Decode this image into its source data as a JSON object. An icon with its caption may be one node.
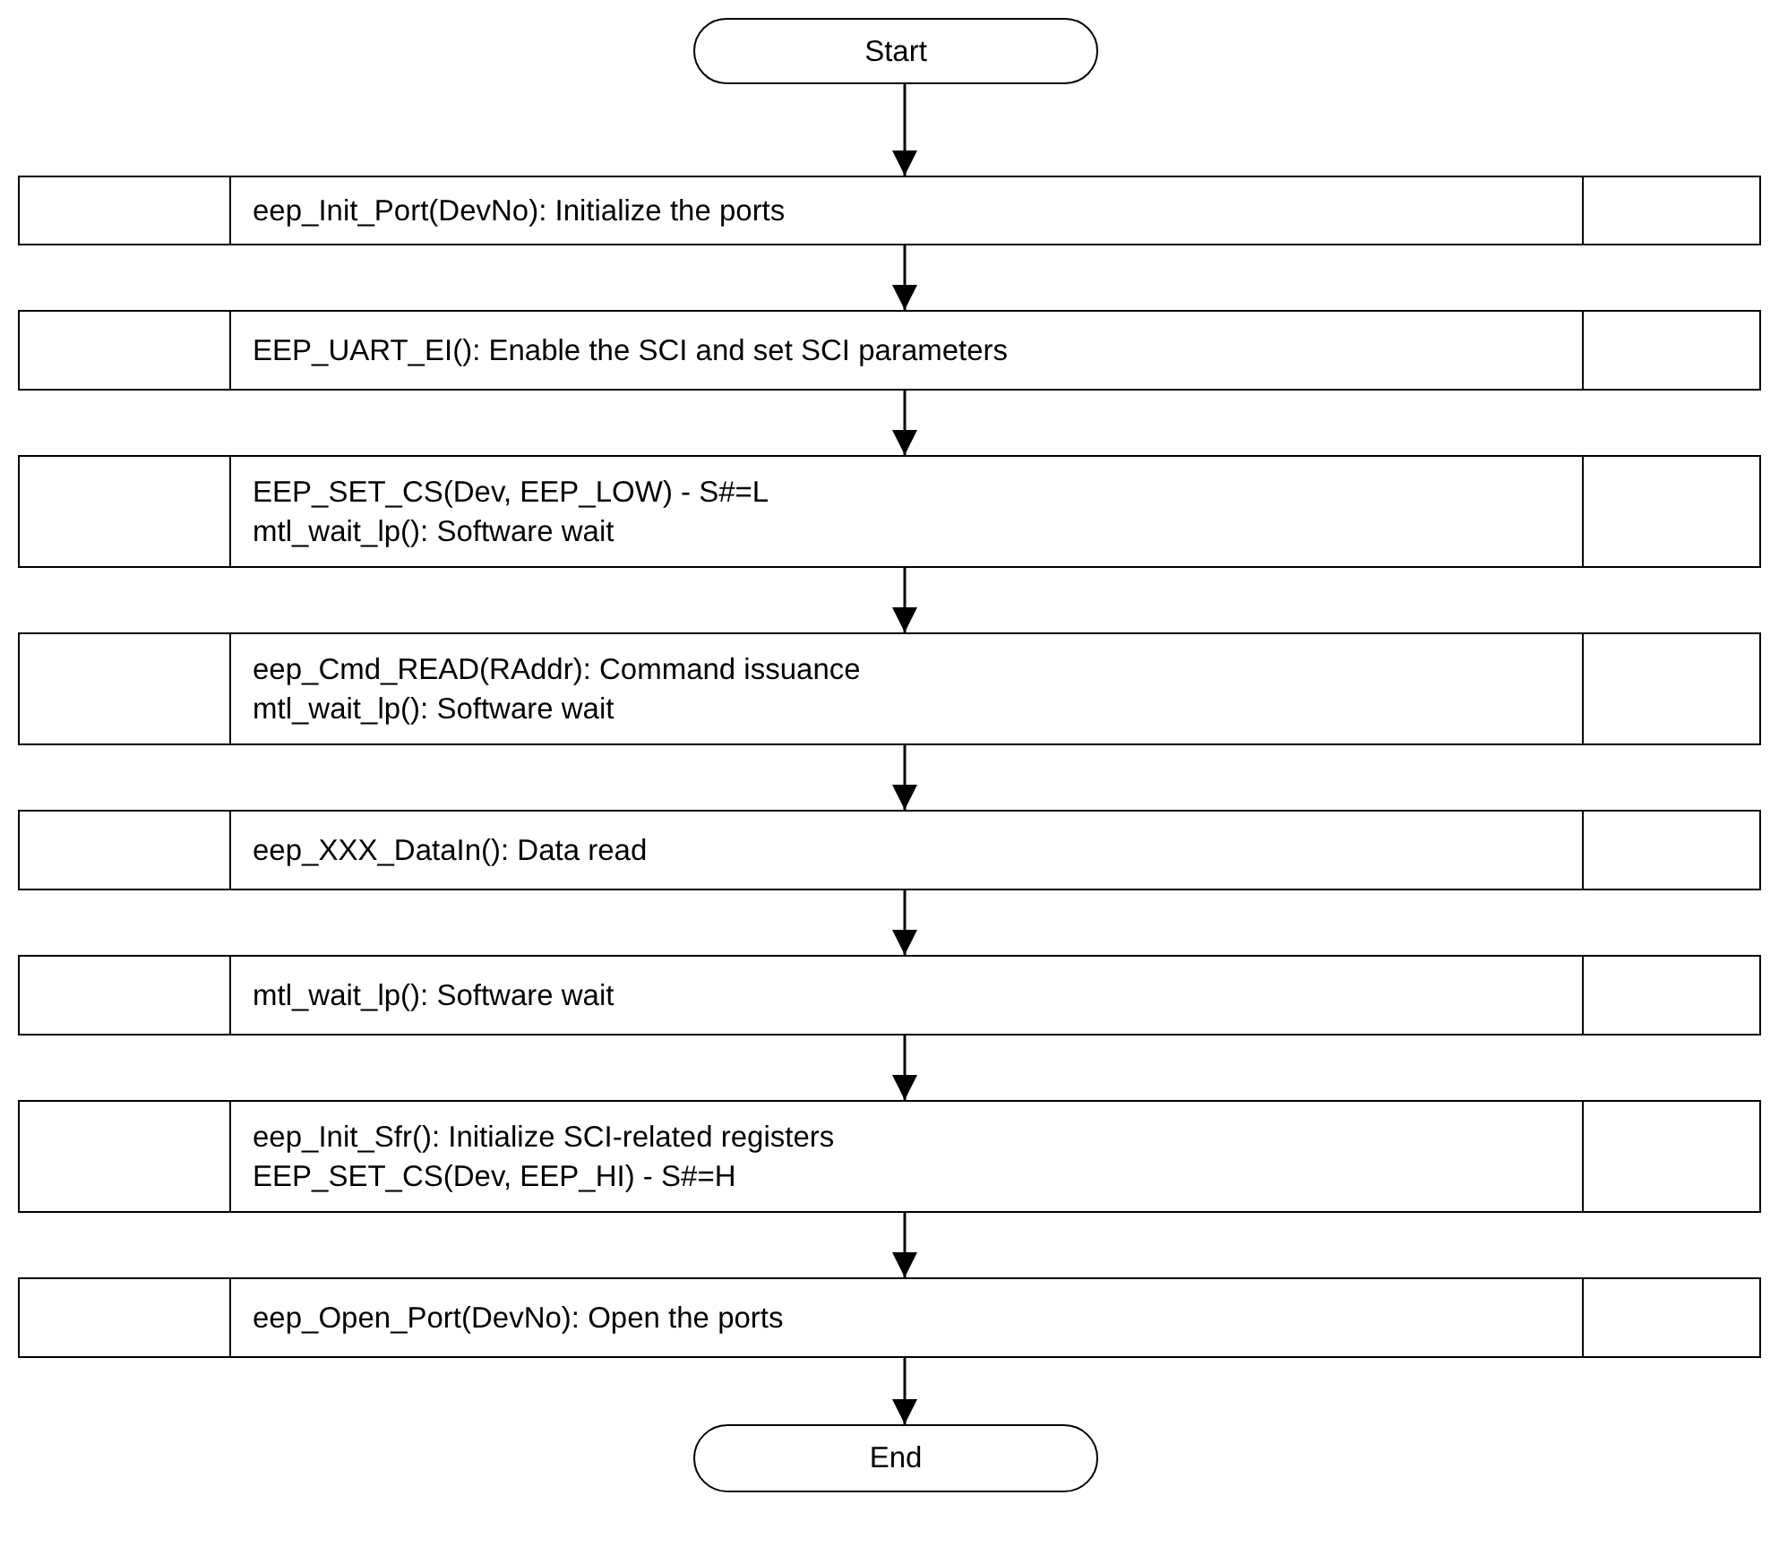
{
  "diagram": {
    "nodes": [
      {
        "text": [
          "Start"
        ]
      },
      {
        "text": [
          "eep_Init_Port(DevNo): Initialize the ports"
        ]
      },
      {
        "text": [
          "EEP_UART_EI(): Enable the SCI and set SCI parameters"
        ]
      },
      {
        "text": [
          "EEP_SET_CS(Dev, EEP_LOW) - S#=L",
          "mtl_wait_lp(): Software wait"
        ]
      },
      {
        "text": [
          "eep_Cmd_READ(RAddr): Command issuance",
          "mtl_wait_lp(): Software wait"
        ]
      },
      {
        "text": [
          "eep_XXX_DataIn(): Data read"
        ]
      },
      {
        "text": [
          "mtl_wait_lp(): Software wait"
        ]
      },
      {
        "text": [
          "eep_Init_Sfr(): Initialize SCI-related registers",
          "EEP_SET_CS(Dev, EEP_HI) - S#=H"
        ]
      },
      {
        "text": [
          "eep_Open_Port(DevNo): Open the ports"
        ]
      },
      {
        "text": [
          "End"
        ]
      }
    ],
    "edges": [
      {
        "from": 0,
        "to": 1,
        "arrow": "to"
      },
      {
        "from": 1,
        "to": 2,
        "arrow": "to"
      },
      {
        "from": 2,
        "to": 3,
        "arrow": "to"
      },
      {
        "from": 3,
        "to": 4,
        "arrow": "to"
      },
      {
        "from": 4,
        "to": 5,
        "arrow": "to"
      },
      {
        "from": 5,
        "to": 6,
        "arrow": "to"
      },
      {
        "from": 6,
        "to": 7,
        "arrow": "to"
      },
      {
        "from": 7,
        "to": 8,
        "arrow": "to"
      },
      {
        "from": 8,
        "to": 9,
        "arrow": "to"
      }
    ]
  }
}
